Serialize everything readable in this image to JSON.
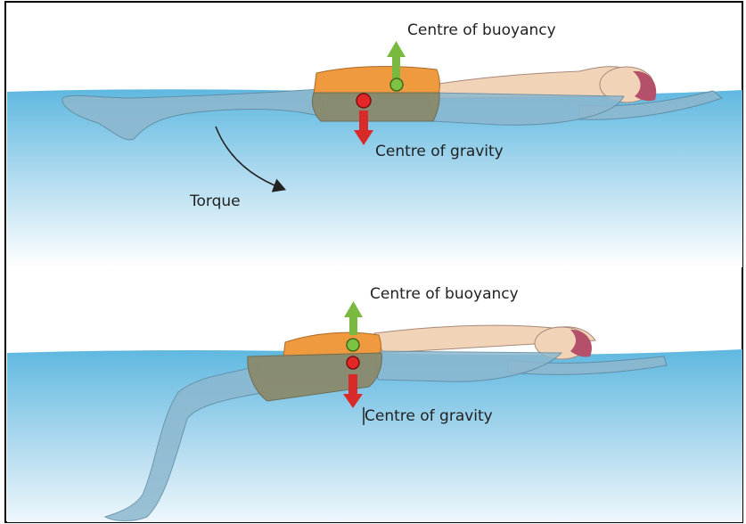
{
  "diagram": {
    "top_panel": {
      "buoyancy_label": "Centre of buoyancy",
      "gravity_label": "Centre of gravity",
      "torque_label": "Torque"
    },
    "bottom_panel": {
      "buoyancy_label": "Centre of buoyancy",
      "gravity_label": "Centre of gravity"
    }
  },
  "colors": {
    "water_surface": "#5fb8e0",
    "water_fade": "#ffffff",
    "skin": "#f1d3b8",
    "submerged_body": "#8cb8cf",
    "shorts_above_water": "#ef9a3e",
    "shorts_submerged": "#8a8a6c",
    "hair": "#b5506a",
    "buoyancy_arrow": "#79b940",
    "buoyancy_point": "#7ec242",
    "gravity_arrow": "#d92a2a",
    "gravity_point": "#e32626",
    "frame_border": "#000000"
  },
  "icons": {
    "buoyancy_arrow": "up-arrow-icon",
    "gravity_arrow": "down-arrow-icon",
    "torque_arrow": "curved-arrow-icon"
  }
}
